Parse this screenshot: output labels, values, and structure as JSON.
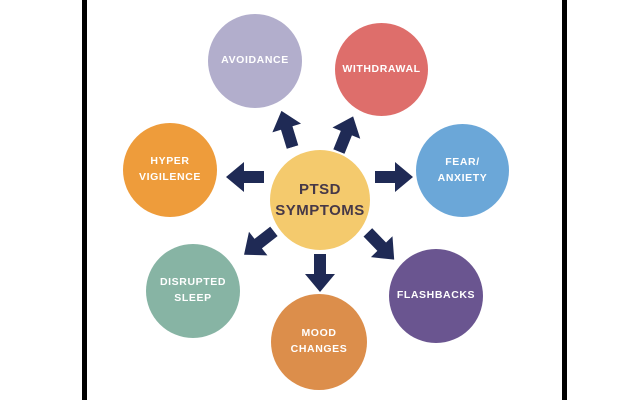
{
  "diagram": {
    "title": "PTSD Symptoms",
    "frame_color": "#000000",
    "background_color": "#ffffff",
    "arrow_color": "#1f2a55",
    "label_text_color": "#ffffff",
    "center": {
      "label": "PTSD\nSYMPTOMS",
      "color": "#f4ca6d",
      "text_color": "#463847"
    },
    "symptoms": [
      {
        "id": "avoidance",
        "label": "AVOIDANCE",
        "color": "#b2aecc"
      },
      {
        "id": "withdrawal",
        "label": "WITHDRAWAL",
        "color": "#de6e6b"
      },
      {
        "id": "hyper-vigilence",
        "label": "HYPER\nVIGILENCE",
        "color": "#ee9c3b"
      },
      {
        "id": "fear-anxiety",
        "label": "FEAR/\nANXIETY",
        "color": "#6ba7d8"
      },
      {
        "id": "disrupted-sleep",
        "label": "DISRUPTED\nSLEEP",
        "color": "#87b4a4"
      },
      {
        "id": "mood-changes",
        "label": "MOOD\nCHANGES",
        "color": "#dc8e4b"
      },
      {
        "id": "flashbacks",
        "label": "FLASHBACKS",
        "color": "#6a5590"
      }
    ]
  }
}
